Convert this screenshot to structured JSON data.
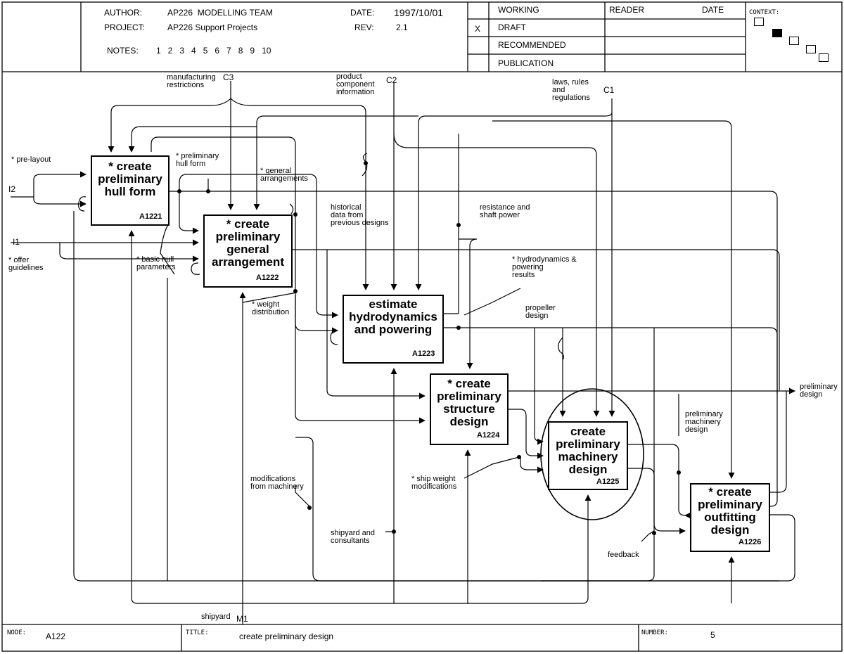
{
  "header": {
    "author_label": "AUTHOR:",
    "author": "AP226  MODELLING TEAM",
    "project_label": "PROJECT:",
    "project": "AP226 Support Projects",
    "date_label": "DATE:",
    "date": "1997/10/01",
    "rev_label": "REV:",
    "rev": "2.1",
    "notes_label": "NOTES:",
    "notes": "1   2   3   4   5   6   7   8   9   10",
    "status": [
      "WORKING",
      "DRAFT",
      "RECOMMENDED",
      "PUBLICATION"
    ],
    "status_mark": "X",
    "reader_label": "READER",
    "reader_date_label": "DATE",
    "context_label": "CONTEXT:"
  },
  "footer": {
    "node_label": "NODE:",
    "node": "A122",
    "title_label": "TITLE:",
    "title": "create preliminary design",
    "number_label": "NUMBER:",
    "number": "5"
  },
  "boxes": [
    {
      "id": "A1221",
      "label": "* create\npreliminary\nhull form"
    },
    {
      "id": "A1222",
      "label": "* create\npreliminary\ngeneral\narrangement"
    },
    {
      "id": "A1223",
      "label": "estimate\nhydrodynamics\nand powering"
    },
    {
      "id": "A1224",
      "label": "* create\npreliminary\nstructure\ndesign"
    },
    {
      "id": "A1225",
      "label": "create\npreliminary\nmachinery\ndesign"
    },
    {
      "id": "A1226",
      "label": "* create\npreliminary\noutfitting\ndesign"
    }
  ],
  "icoms": {
    "c3": "C3",
    "c2": "C2",
    "c1": "C1",
    "i2": "I2",
    "i1": "I1",
    "m1": "M1"
  },
  "arrows": {
    "manufacturing": "manufacturing\nrestrictions",
    "product": "product\ncomponent\ninformation",
    "laws": "laws, rules\nand\nregulations",
    "prelayout": "* pre-layout",
    "offer": "* offer\nguidelines",
    "prelim_hull": "* preliminary\nhull form",
    "general_arr": "* general\narrangements",
    "historical": "historical\ndata from\nprevious designs",
    "resistance": "resistance and\nshaft power",
    "basic_hull": "* basic hull\nparameters",
    "hydro_results": "* hydrodynamics &\npowering\nresults",
    "weight_dist": "* weight\ndistribution",
    "propeller": "propeller\ndesign",
    "prelim_design": "preliminary\ndesign",
    "prelim_machinery": "preliminary\nmachinery\ndesign",
    "mods_machinery": "modifications\nfrom machinery",
    "ship_weight": "* ship weight\nmodifications",
    "shipyard_consultants": "shipyard and\nconsultants",
    "feedback": "feedback",
    "shipyard": "shipyard"
  }
}
